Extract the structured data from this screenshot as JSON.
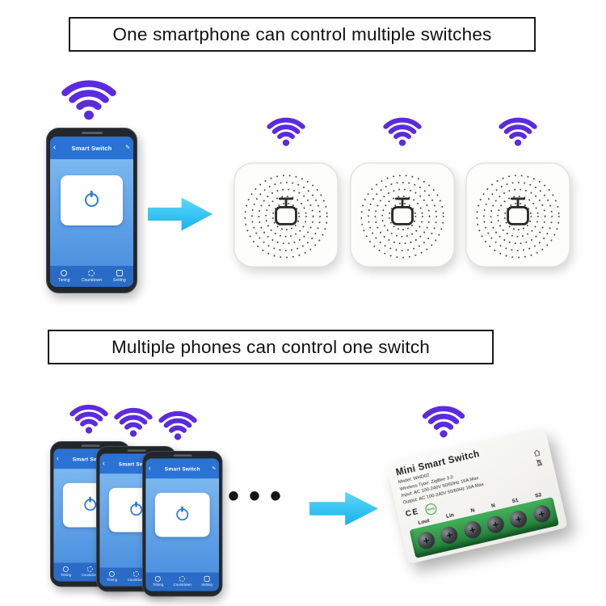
{
  "section1": {
    "title": "One smartphone can control multiple switches"
  },
  "section2": {
    "title": "Multiple phones can control one switch",
    "ellipsis": "•••"
  },
  "phone_app": {
    "title": "Smart Switch",
    "nav": [
      "Timing",
      "Countdown",
      "Setting"
    ]
  },
  "device": {
    "name": "Mini Smart Switch",
    "specs": [
      "Model: WHD02",
      "Wireless Type: ZigBee 3.0",
      "Input: AC 100-240V 50/60Hz 16A Max",
      "Output: AC 100-240V 50/60Hz 16A Max"
    ],
    "certs": {
      "ce": "CE",
      "rohs": "RoHS"
    },
    "terminals": [
      "Lout",
      "Lin",
      "N",
      "N",
      "S1",
      "S2"
    ]
  },
  "icons": {
    "back": "‹",
    "edit": "✎",
    "screw_slot": "+"
  },
  "colors": {
    "wifi_purple": "#5b2be0",
    "arrow_cyan": "#2fc3f2",
    "terminal_green": "#2e9e4f",
    "app_blue": "#2a72d4"
  }
}
